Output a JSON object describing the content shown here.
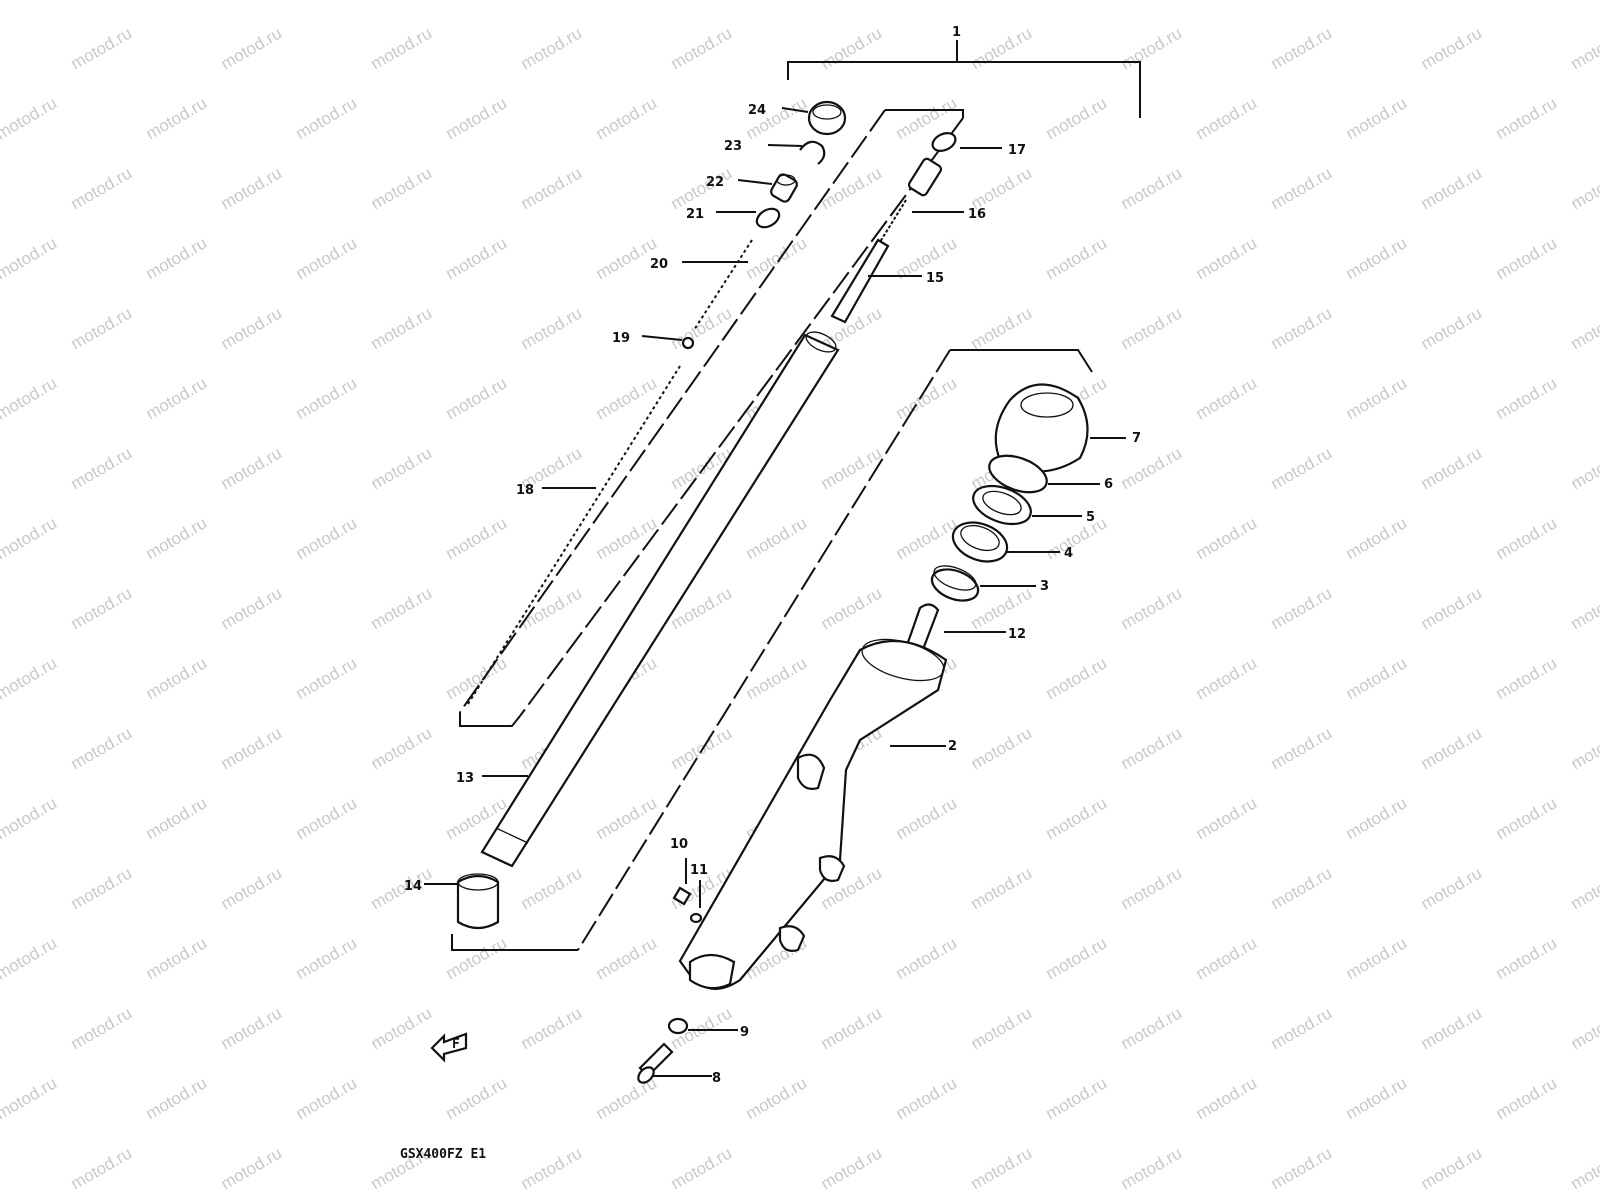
{
  "diagram": {
    "watermark_text": "motod.ru",
    "model_code": "GSX400FZ E1",
    "assembly_label": "1",
    "part_labels": [
      "2",
      "3",
      "4",
      "5",
      "6",
      "7",
      "8",
      "9",
      "10",
      "11",
      "12",
      "13",
      "14",
      "15",
      "16",
      "17",
      "18",
      "19",
      "20",
      "21",
      "22",
      "23",
      "24"
    ],
    "front_arrow_text": "F",
    "colors": {
      "line": "#111111",
      "watermark": "#c9c9c9",
      "background": "#ffffff"
    }
  }
}
